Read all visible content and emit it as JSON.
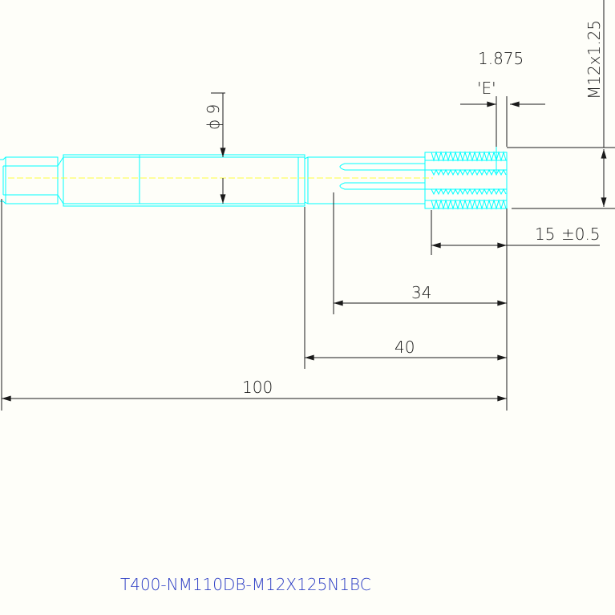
{
  "dimensions": {
    "thread_spec": "M12x1.25",
    "pitch": "1.875",
    "pitch_marker": "'E'",
    "shank_diameter": "ϕ 9",
    "chamfer_length": "15",
    "chamfer_tolerance": "±0.5",
    "flute_length": "34",
    "thread_length": "40",
    "overall_length": "100"
  },
  "part_code": "T400-NM110DB-M12X125N1BC",
  "colors": {
    "background": "#fefef9",
    "tool_outline": "#00ffff",
    "dimension_line": "#1a1a1a",
    "center_line": "#ffff00",
    "part_code_text": "#2b3cc4"
  }
}
